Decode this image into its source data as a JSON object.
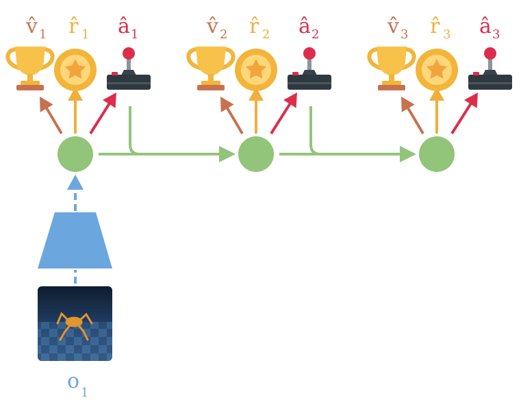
{
  "colors": {
    "value": "#c8714f",
    "reward": "#f2ae3c",
    "action": "#dc2e4c",
    "latent": "#92c47a",
    "transition": "#92c47a",
    "encoder": "#6ca6de"
  },
  "icons": {
    "value": "trophy-icon",
    "reward": "star-medal-icon",
    "action": "joystick-icon"
  },
  "steps": [
    {
      "value": {
        "base": "v̂",
        "sub": "1"
      },
      "reward": {
        "base": "r̂",
        "sub": "1"
      },
      "action": {
        "base": "â",
        "sub": "1"
      }
    },
    {
      "value": {
        "base": "v̂",
        "sub": "2"
      },
      "reward": {
        "base": "r̂",
        "sub": "2"
      },
      "action": {
        "base": "â",
        "sub": "2"
      }
    },
    {
      "value": {
        "base": "v̂",
        "sub": "3"
      },
      "reward": {
        "base": "r̂",
        "sub": "3"
      },
      "action": {
        "base": "â",
        "sub": "3"
      }
    }
  ],
  "observation": {
    "base": "o",
    "sub": "1"
  }
}
